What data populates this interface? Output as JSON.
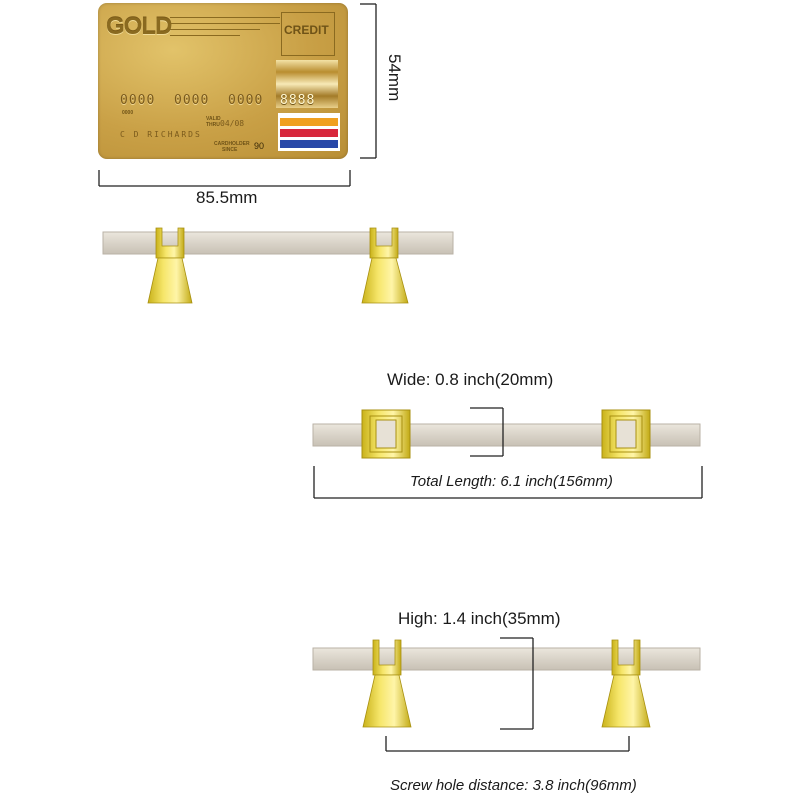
{
  "card": {
    "brand": "GOLD",
    "type": "CREDIT",
    "number_groups": [
      "0000",
      "0000",
      "0000"
    ],
    "number_last": "8888",
    "small_code": "0000",
    "valid_thru_line1": "VALID",
    "valid_thru_line2": "THRU",
    "expiry": "04/08",
    "holder_name": "C D RICHARDS",
    "cardholder_since_line1": "CARDHOLDER",
    "cardholder_since_line2": "SINCE",
    "since_year": "90",
    "flag_colors": [
      "#f0a020",
      "#d8283c",
      "#2848a8"
    ]
  },
  "card_dims": {
    "height_label": "54mm",
    "width_label": "85.5mm"
  },
  "wide_view": {
    "wide_label": "Wide: 0.8 inch(20mm)",
    "total_length_label": "Total Length: 6.1 inch(156mm)"
  },
  "high_view": {
    "high_label": "High: 1.4 inch(35mm)",
    "screw_label": "Screw hole distance: 3.8 inch(96mm)"
  },
  "colors": {
    "bar": "#dcd6cc",
    "bar_edge": "#b9b2a6",
    "brass": "#e8d23a",
    "brass_dark": "#b49a12",
    "line": "#222222"
  }
}
